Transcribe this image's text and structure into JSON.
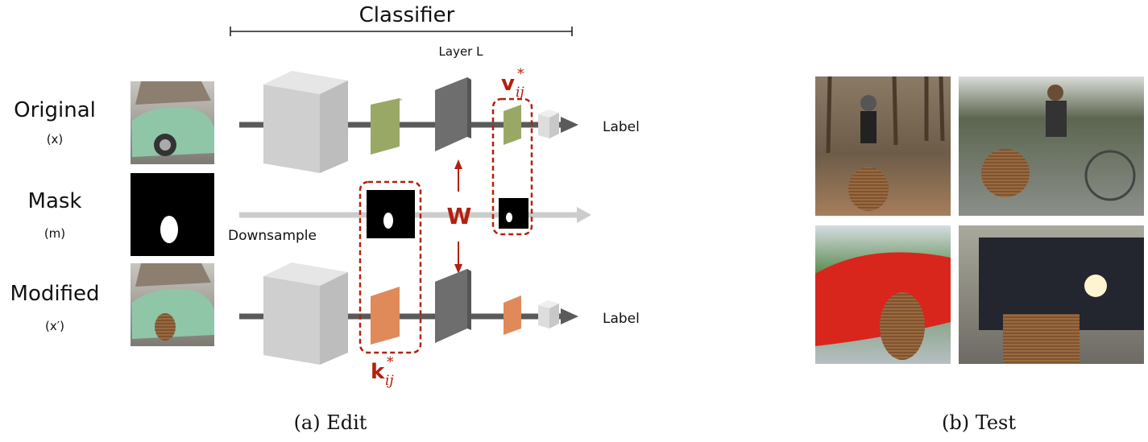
{
  "edit": {
    "classifier_title": "Classifier",
    "layer_label": "Layer L",
    "rows": [
      {
        "name": "Original",
        "symbol": "(x)"
      },
      {
        "name": "Mask",
        "symbol": "(m)"
      },
      {
        "name": "Modified",
        "symbol": "(x′)"
      }
    ],
    "downsample_label": "Downsample",
    "weight_label": "W",
    "output_label_top": "Label",
    "output_label_bottom": "Label",
    "key_symbol": "k",
    "value_symbol": "v",
    "subscript": "ij",
    "superscript": "*",
    "caption": "(a) Edit"
  },
  "test": {
    "caption": "(b) Test"
  },
  "colors": {
    "accent_red": "#b3200e",
    "feature_green": "#9aa866",
    "feature_orange": "#e08a5a",
    "layer_gray": "#6e6e6e",
    "line_dark": "#5a5a5a",
    "line_light": "#cccccc"
  }
}
